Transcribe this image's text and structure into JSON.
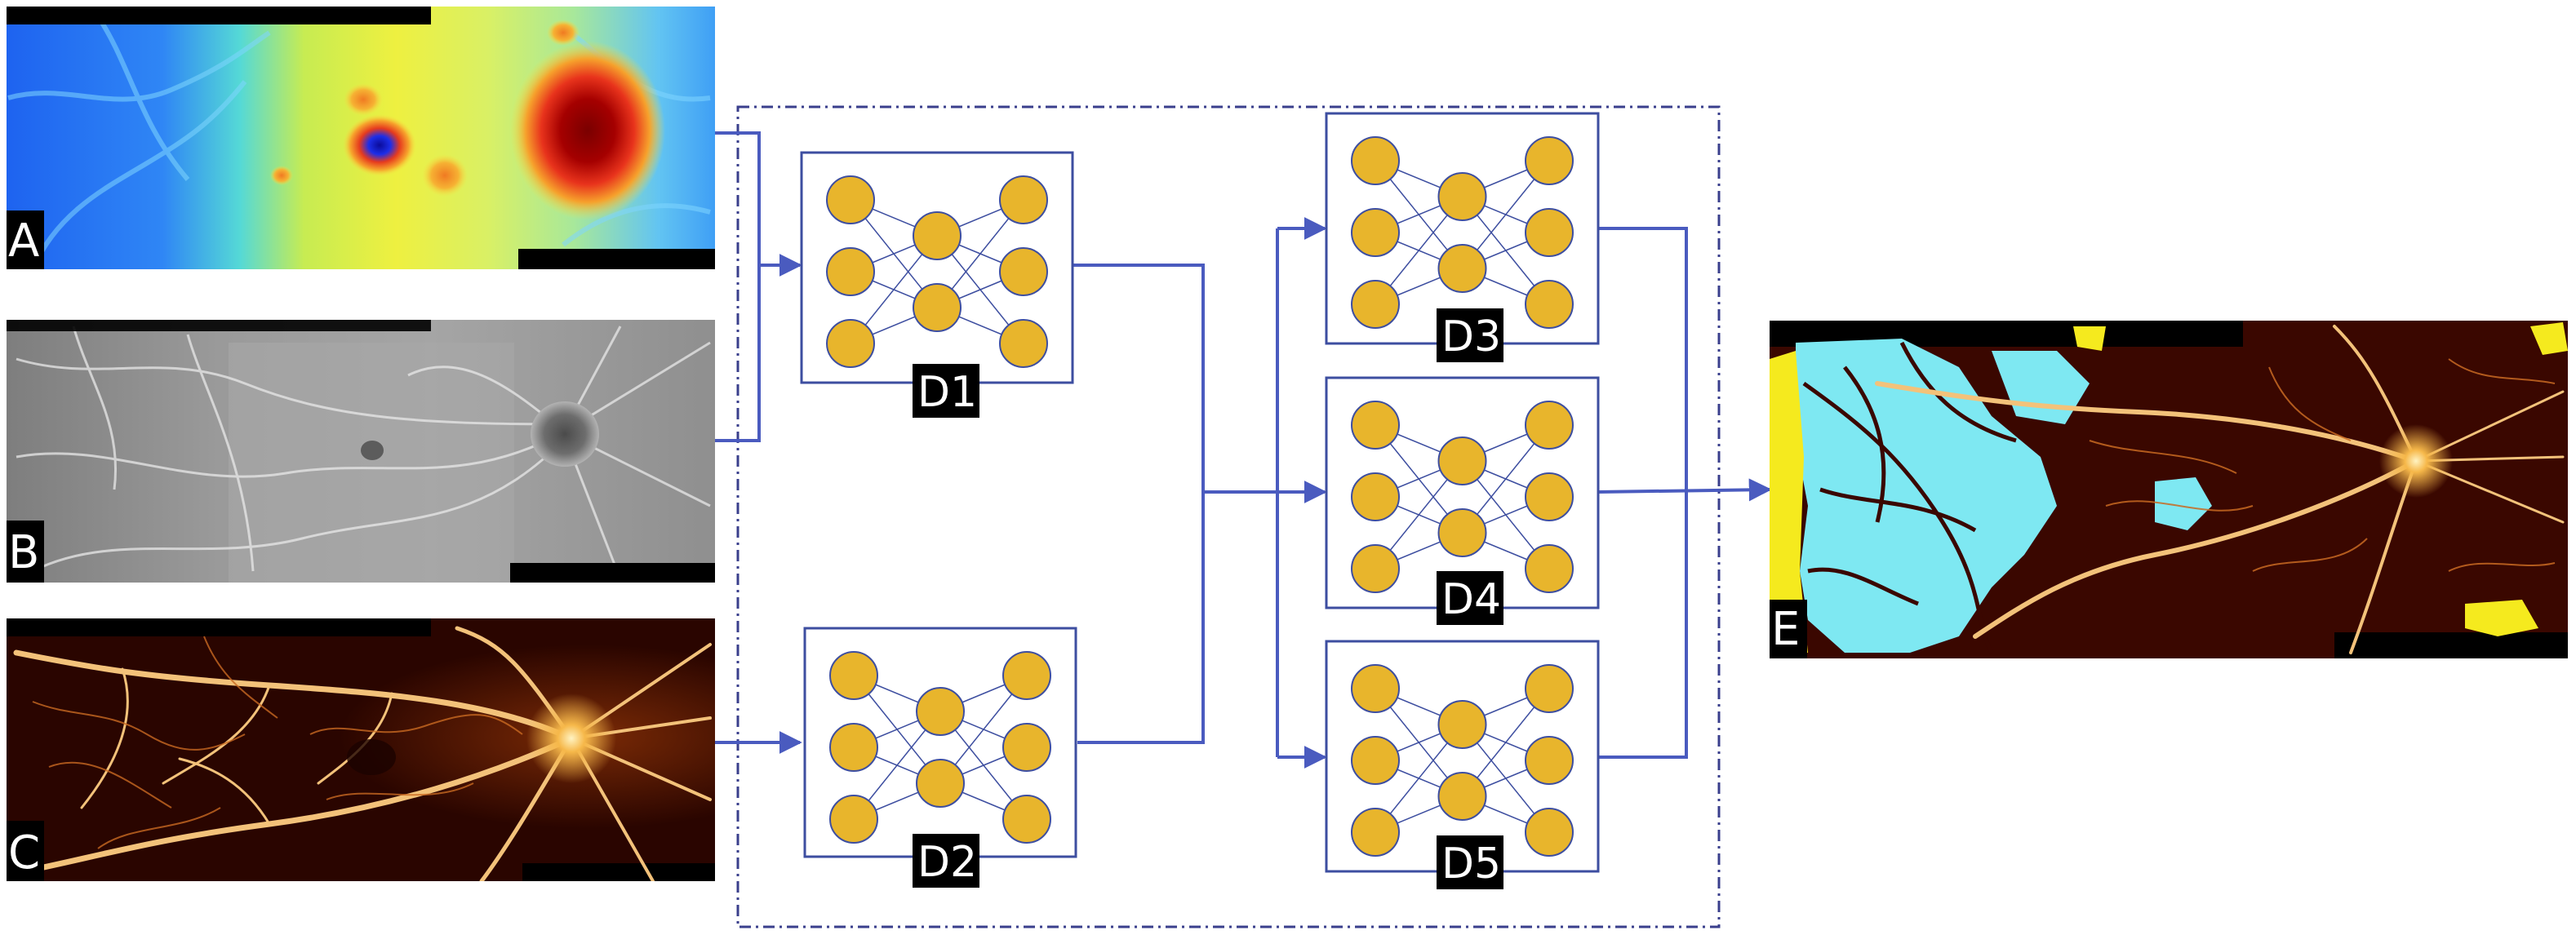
{
  "panels": [
    {
      "id": "A",
      "label": "A",
      "kind": "heatmap"
    },
    {
      "id": "B",
      "label": "B",
      "kind": "grayscale"
    },
    {
      "id": "C",
      "label": "C",
      "kind": "angiography"
    },
    {
      "id": "E",
      "label": "E",
      "kind": "segmentation"
    }
  ],
  "networks": [
    {
      "id": "D1",
      "label": "D1"
    },
    {
      "id": "D2",
      "label": "D2"
    },
    {
      "id": "D3",
      "label": "D3"
    },
    {
      "id": "D4",
      "label": "D4"
    },
    {
      "id": "D5",
      "label": "D5"
    }
  ],
  "colors": {
    "connector": "#4a5bbf",
    "neuron_fill": "#e8b52c",
    "neuron_stroke": "#3d4ea0",
    "box_stroke": "#3d4ea0",
    "dashed_frame": "#3a3f8c",
    "label_bg": "#000000",
    "label_text": "#ffffff",
    "segment_cyan": "#7ee8f2",
    "segment_yellow": "#f5ea1e"
  }
}
